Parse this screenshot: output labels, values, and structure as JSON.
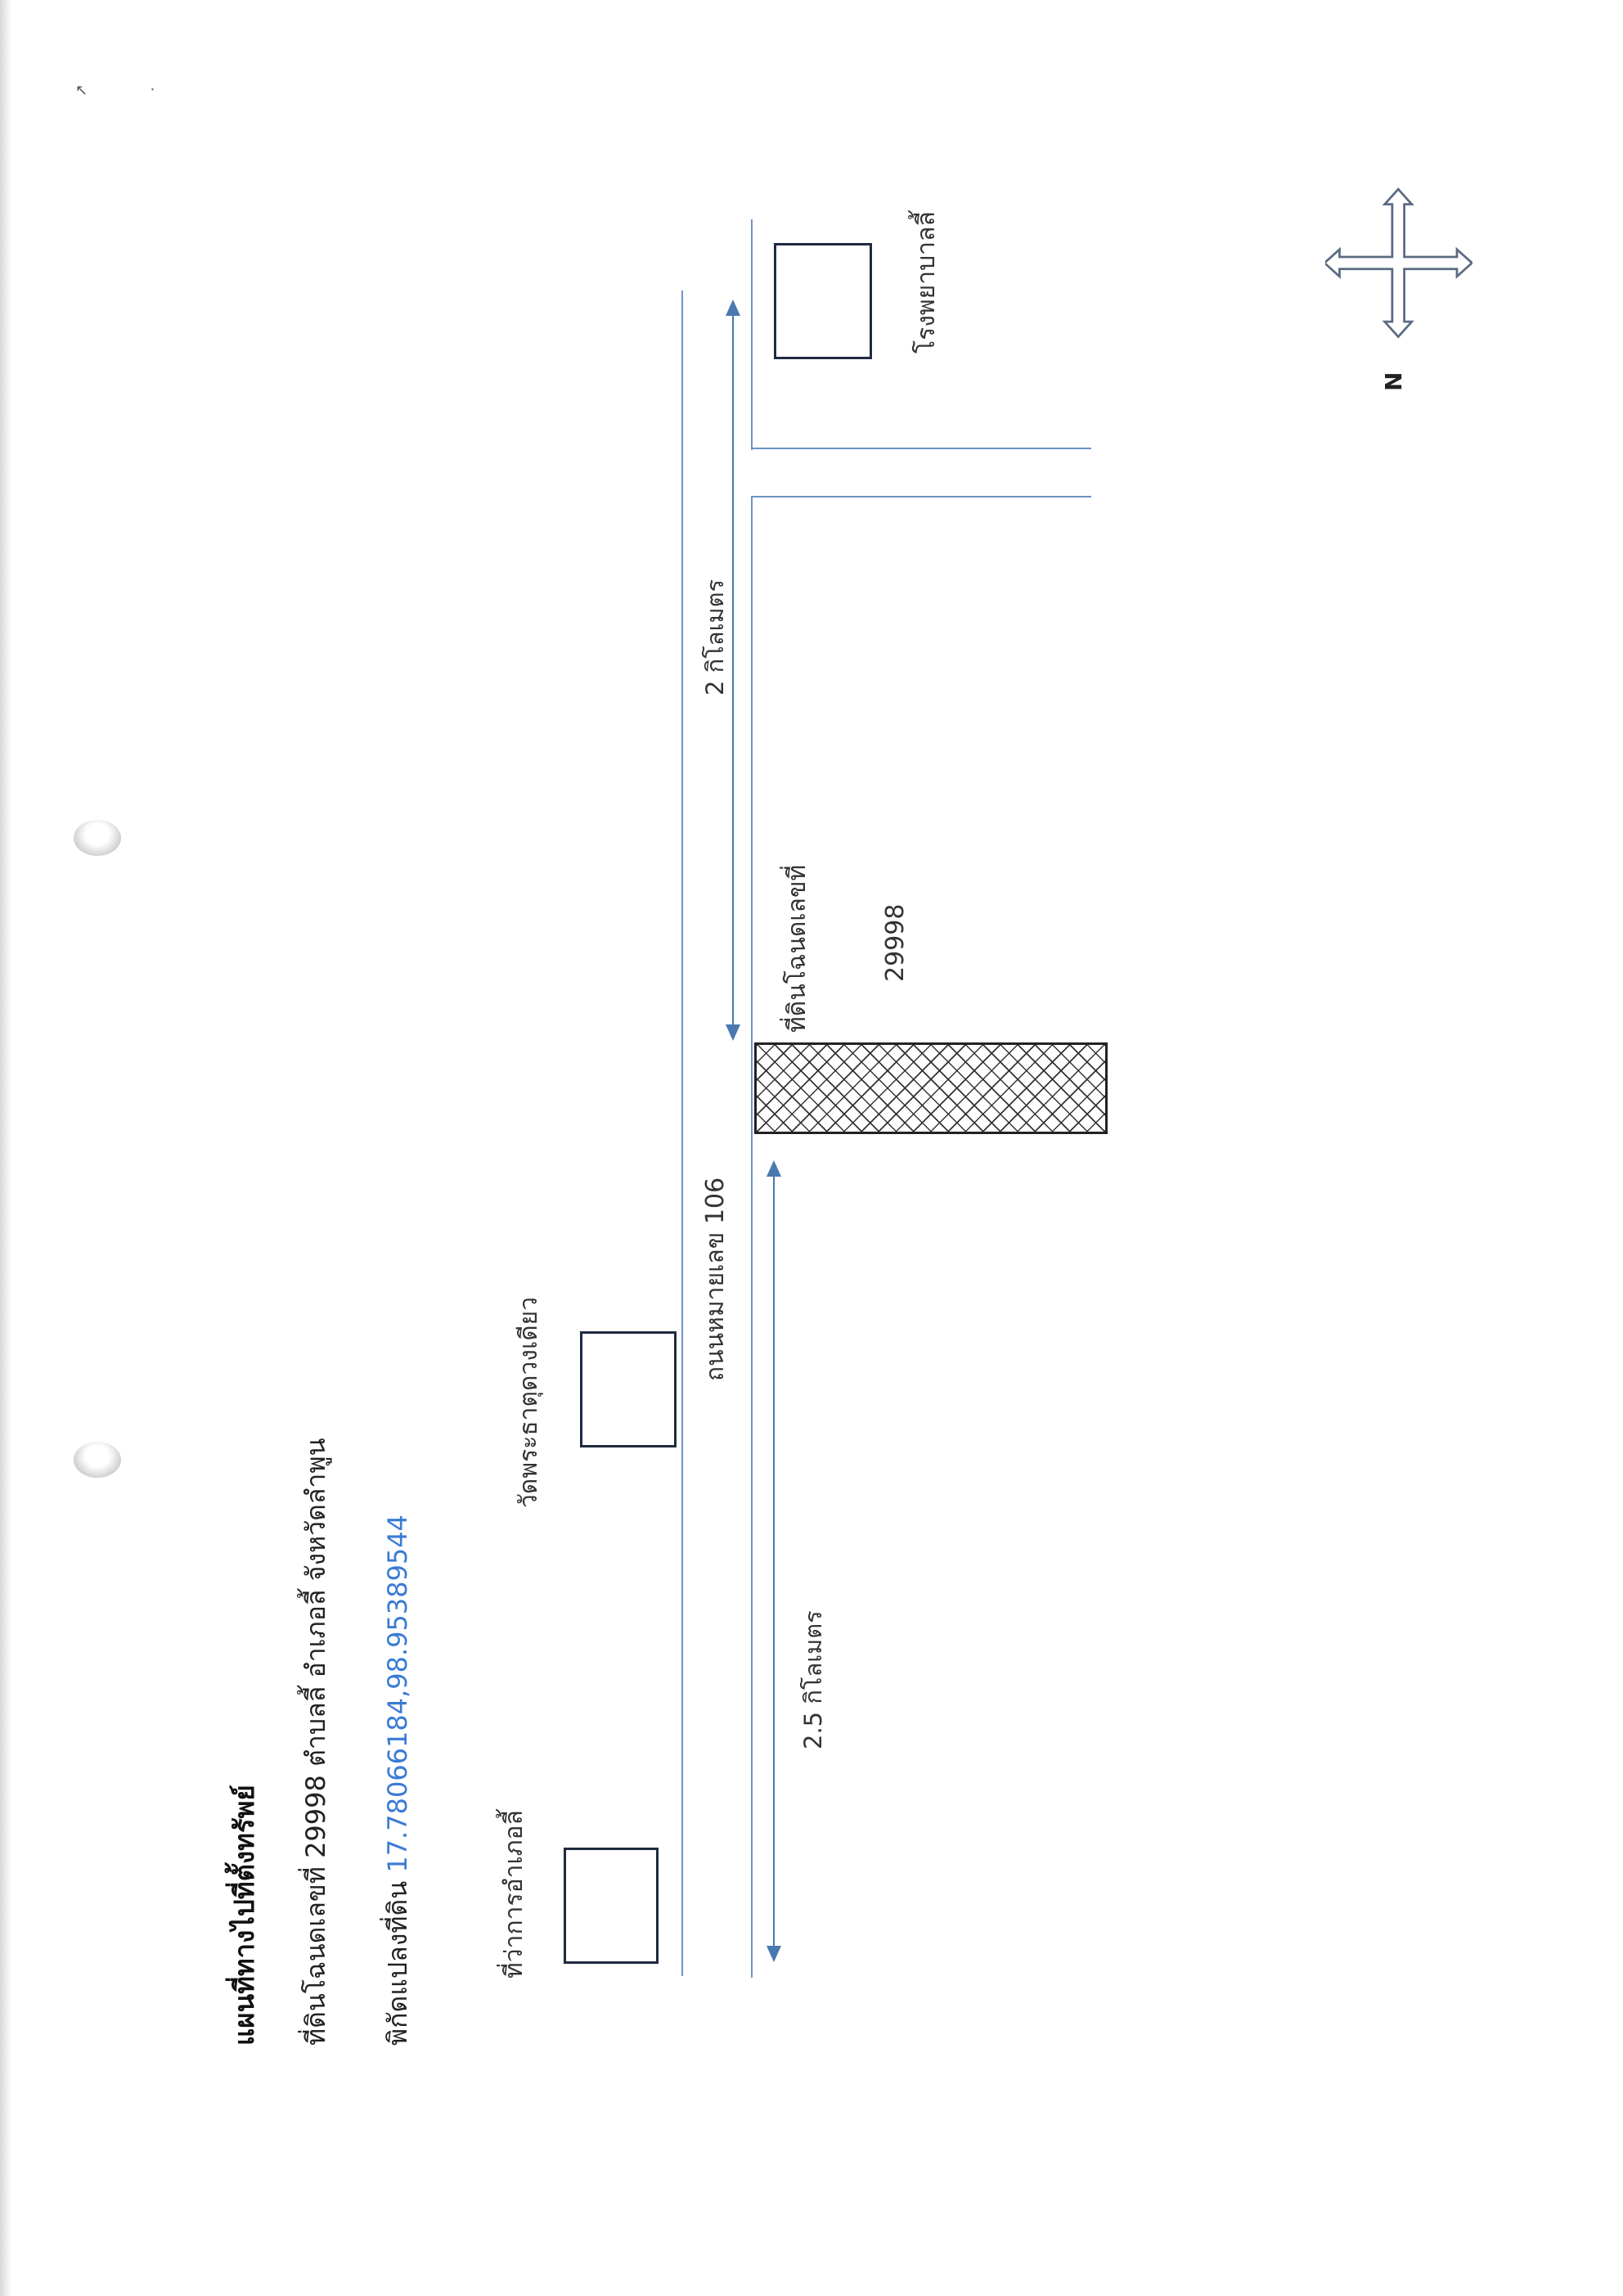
{
  "header": {
    "title": "แผนที่ทางไปที่ตั้งทรัพย์",
    "deed_line": "ที่ดินโฉนดเลขที่ 29998 ตำบลลี้ อำเภอลี้ จังหวัดลำพูน",
    "coord_label": "พิกัดแปลงที่ดิน",
    "coord_value": "17.78066184,98.95389544"
  },
  "landmarks": {
    "district_office": "ที่ว่าการอำเภอลี้",
    "temple": "วัดพระธาตุดวงเดียว",
    "hospital": "โรงพยาบาลลี้",
    "parcel_label": "ที่ดินโฉนดเลขที่",
    "parcel_number": "29998"
  },
  "road": {
    "name": "ถนนหมายเลข 106"
  },
  "distances": {
    "to_district_office": "2.5 กิโลเมตร",
    "to_hospital": "2 กิโลเมตร"
  },
  "compass": {
    "north_label": "N"
  },
  "scan_marks": {
    "mark1": "↖",
    "mark2": "ㆍ"
  },
  "colors": {
    "road_line": "#6f93c4",
    "arrow": "#4a78b0",
    "coordinate_text": "#3a7bd5"
  }
}
